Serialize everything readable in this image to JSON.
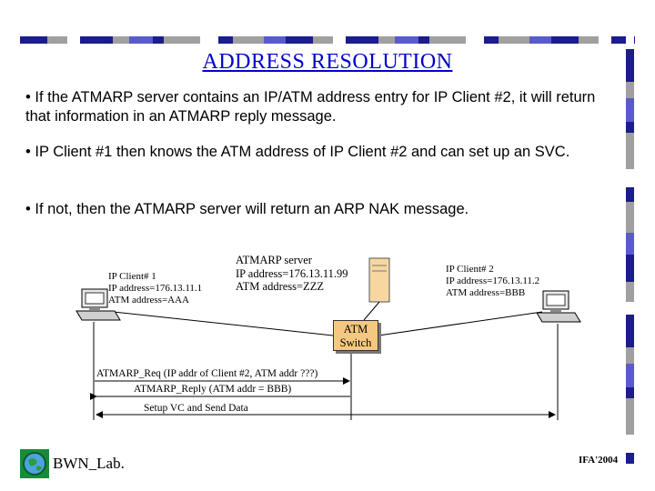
{
  "title": "ADDRESS RESOLUTION",
  "bullets": [
    "• If the ATMARP server contains an IP/ATM address entry for IP Client #2, it will return that information in an ATMARP reply message.",
    "•  IP Client #1 then knows the ATM address of IP Client #2 and can set up an SVC.",
    "•  If not, then the ATMARP server will return an ARP NAK message."
  ],
  "diagram": {
    "client1": {
      "name": "IP Client# 1",
      "ip": "IP address=176.13.11.1",
      "atm": "ATM address=AAA"
    },
    "server": {
      "name": "ATMARP server",
      "ip": "IP address=176.13.11.99",
      "atm": "ATM address=ZZZ"
    },
    "client2": {
      "name": "IP Client# 2",
      "ip": "IP address=176.13.11.2",
      "atm": "ATM address=BBB"
    },
    "switch_line1": "ATM",
    "switch_line2": "Switch",
    "messages": [
      "ATMARP_Req (IP addr of Client #2, ATM addr ???)",
      "ATMARP_Reply (ATM addr = BBB)",
      "Setup VC and Send Data"
    ]
  },
  "footer": {
    "lab": "BWN_Lab.",
    "ifa": "IFA'2004"
  },
  "colors": {
    "title": "#0000cc",
    "switch_fill": "#f5c882",
    "server_fill": "#f7d6a0",
    "accent_navy": "#1c1c8c",
    "accent_gray": "#a0a0a0"
  }
}
